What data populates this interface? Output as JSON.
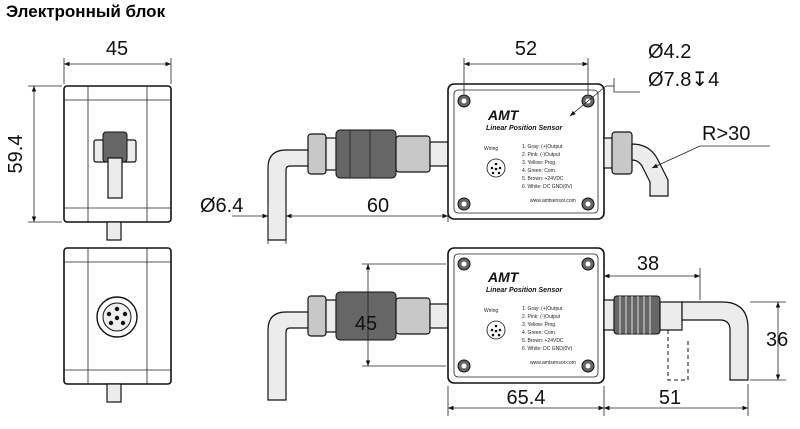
{
  "title": "Электронный блок",
  "dimensions": {
    "front_width": "45",
    "front_height": "59.4",
    "top_width": "52",
    "hole_small": "Ø4.2",
    "hole_large": "Ø7.8↧4",
    "cable_dia": "Ø6.4",
    "cable_len": "60",
    "bend_radius": "R>30",
    "side_height": "45",
    "conn_len": "38",
    "body_len": "65.4",
    "conn_extra": "51",
    "elbow_height": "36"
  },
  "labels": {
    "brand": "AMT",
    "product": "Linear Position Sensor",
    "wiring": "Wiring",
    "website": "www.amtsensor.com",
    "pins": [
      "1. Gray:  (+)Output",
      "2. Pink:  (-)Output",
      "3. Yellow: Prog.",
      "4. Green:  Com.",
      "5. Brown: +24VDC",
      "6. White: DC GND(0V)"
    ]
  }
}
